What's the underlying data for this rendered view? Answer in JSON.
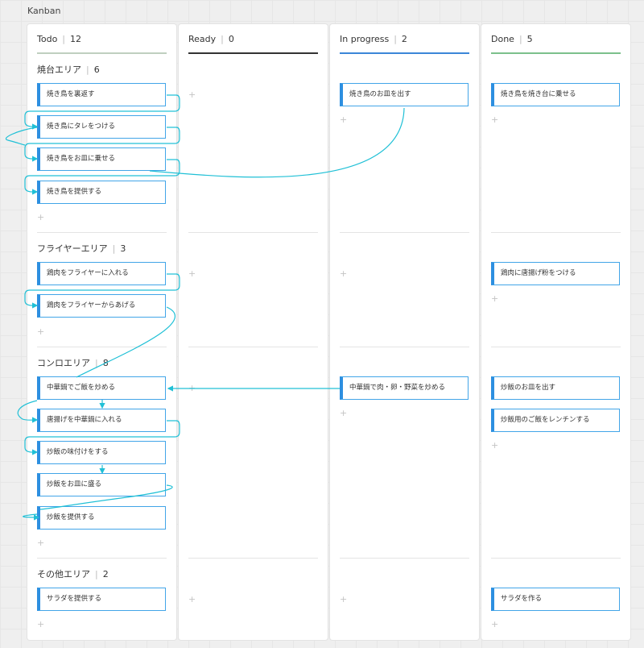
{
  "board": {
    "title": "Kanban"
  },
  "colors": {
    "todo": "#bfcfbf",
    "ready": "#333333",
    "in_progress": "#3b86d8",
    "done": "#7cc08b",
    "card_border": "#42a5e8",
    "card_accent": "#2d8fe0",
    "connector": "#20c0d6"
  },
  "columns": [
    {
      "name": "Todo",
      "count": "12"
    },
    {
      "name": "Ready",
      "count": "0"
    },
    {
      "name": "In progress",
      "count": "2"
    },
    {
      "name": "Done",
      "count": "5"
    }
  ],
  "swimlanes": [
    {
      "name": "焼台エリア",
      "count": "6",
      "cards": {
        "todo": [
          "焼き鳥を裏返す",
          "焼き鳥にタレをつける",
          "焼き鳥をお皿に乗せる",
          "焼き鳥を提供する"
        ],
        "ready": [],
        "in_progress": [
          "焼き鳥のお皿を出す"
        ],
        "done": [
          "焼き鳥を焼き台に乗せる"
        ]
      }
    },
    {
      "name": "フライヤーエリア",
      "count": "3",
      "cards": {
        "todo": [
          "鶏肉をフライヤーに入れる",
          "鶏肉をフライヤーからあげる"
        ],
        "ready": [],
        "in_progress": [],
        "done": [
          "鶏肉に唐揚げ粉をつける"
        ]
      }
    },
    {
      "name": "コンロエリア",
      "count": "8",
      "cards": {
        "todo": [
          "中華鍋でご飯を炒める",
          "唐揚げを中華鍋に入れる",
          "炒飯の味付けをする",
          "炒飯をお皿に盛る",
          "炒飯を提供する"
        ],
        "ready": [],
        "in_progress": [
          "中華鍋で肉・卵・野菜を炒める"
        ],
        "done": [
          "炒飯のお皿を出す",
          "炒飯用のご飯をレンチンする"
        ]
      }
    },
    {
      "name": "その他エリア",
      "count": "2",
      "cards": {
        "todo": [
          "サラダを提供する"
        ],
        "ready": [],
        "in_progress": [],
        "done": [
          "サラダを作る"
        ]
      }
    }
  ],
  "add_symbol": "+"
}
